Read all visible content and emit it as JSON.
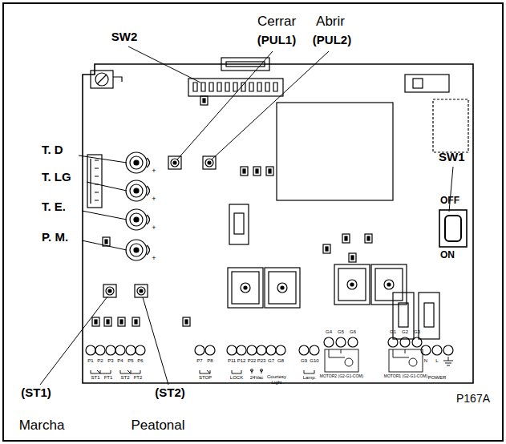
{
  "diagram": {
    "labels": [
      "Cerrar",
      "Abrir",
      "SW2",
      "(PUL1)",
      "(PUL2)",
      "T. D",
      "T. LG",
      "T. E.",
      "P. M.",
      "SW1",
      "OFF",
      "ON",
      "+",
      "+",
      "+",
      "+",
      "P1",
      "P2",
      "P3",
      "P4",
      "P5",
      "P6",
      "ST1",
      "FT1",
      "ST2",
      "FT2",
      "P7",
      "P8",
      "STOP",
      "P11",
      "P12",
      "P22",
      "P23",
      "G7",
      "G8",
      "LOCK",
      "24Vac",
      "Courtesy Light",
      "G9",
      "G10",
      "Lamp.",
      "G4",
      "G5",
      "G6",
      "MOTOR2 (G2-G1-COM)",
      "G1",
      "G2",
      "G3",
      "MOTOR1 (G2-G1-COM)",
      "N",
      "L",
      "POWER",
      "(ST1)",
      "(ST2)",
      "Marcha",
      "Peatonal",
      "P167A"
    ]
  }
}
